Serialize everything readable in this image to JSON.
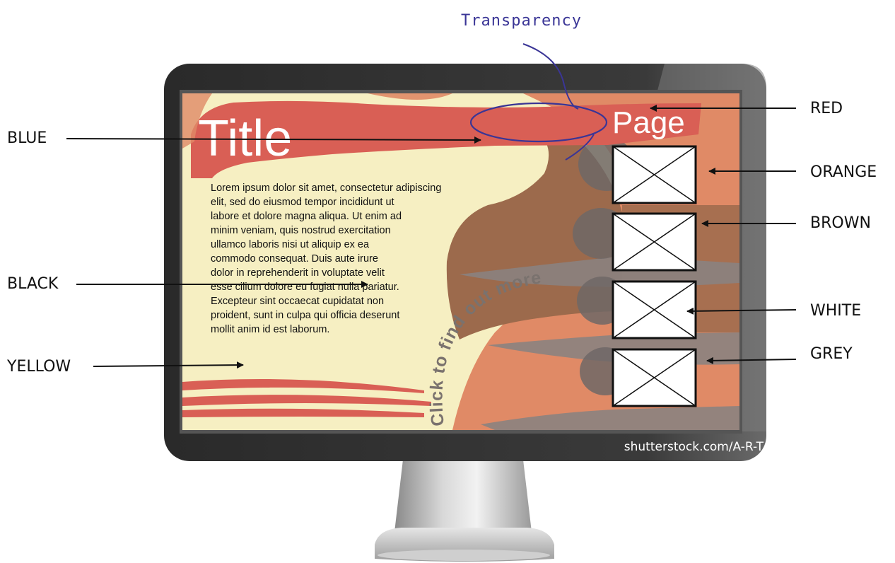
{
  "annotation": {
    "transparency": "Transparency"
  },
  "labels": {
    "blue": "BLUE",
    "black": "BLACK",
    "yellow": "YELLOW",
    "red": "RED",
    "orange": "ORANGE",
    "brown": "BROWN",
    "white": "WHITE",
    "grey": "GREY"
  },
  "screen": {
    "title": "Title",
    "page": "Page",
    "body_lines": [
      "Lorem ipsum dolor sit amet, consectetur adipiscing",
      "elit, sed do eiusmod tempor incididunt ut",
      "labore et dolore magna aliqua. Ut enim ad",
      "minim veniam, quis nostrud exercitation",
      "ullamco laboris nisi ut aliquip ex ea",
      "commodo consequat. Duis aute irure",
      "dolor in reprehenderit in voluptate velit",
      "esse cilium dolore eu fugiat nulla pariatur.",
      "Excepteur sint occaecat cupidatat non",
      "proident, sunt in culpa qui officia deserunt",
      "mollit anim id est laborum."
    ],
    "cta": "Click to find out more"
  },
  "credit": "shutterstock.com/A-R-T",
  "colors": {
    "yellow": "#f6efc2",
    "red": "#d95f55",
    "orange": "#e08a66",
    "brown": "#9c6a4c",
    "grey": "#8b8280",
    "annotation_blue": "#3a3596"
  }
}
